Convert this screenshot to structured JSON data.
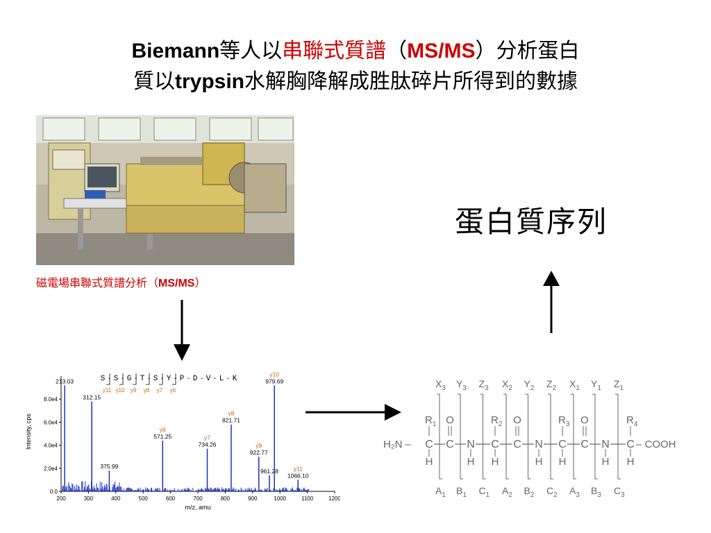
{
  "title": {
    "line1_en": "Biemann",
    "line1_cn1": "等人以",
    "line1_red": "串聯式質譜",
    "line1_paren_open": "（",
    "line1_ms": "MS/MS",
    "line1_paren_close": "）",
    "line1_cn2": "分析蛋白",
    "line2_cn1": "質以",
    "line2_en": "trypsin",
    "line2_cn2": "水解胸降解成胜肽碎片所得到的數據"
  },
  "caption": {
    "text": "磁電場串聯式質譜分析（",
    "ms": "MS/MS",
    "close": "）"
  },
  "protein_sequence_label": "蛋白質序列",
  "spectrum": {
    "peptide": [
      "S",
      "S",
      "G",
      "T",
      "S",
      "Y",
      "P",
      "D",
      "V",
      "L",
      "K"
    ],
    "y_ion_labels": [
      "y11",
      "y10",
      "y9",
      "y8",
      "y7",
      "y6"
    ],
    "ylabel": "Intensity, cps",
    "xlabel": "m/z, amu",
    "yticks": [
      "0.0",
      "2.0e4",
      "4.0e4",
      "6.0e4",
      "8.0e4"
    ],
    "xticks": [
      "200",
      "300",
      "400",
      "500",
      "600",
      "700",
      "800",
      "900",
      "1000",
      "1100",
      "1200"
    ],
    "peaks": [
      {
        "label": "213.03",
        "ion": ""
      },
      {
        "label": "312.15",
        "ion": ""
      },
      {
        "label": "375.99",
        "ion": ""
      },
      {
        "label": "571.25",
        "ion": "y6"
      },
      {
        "label": "734.26",
        "ion": "y7"
      },
      {
        "label": "821.71",
        "ion": "y8"
      },
      {
        "label": "922.77",
        "ion": "y9"
      },
      {
        "label": "961.28",
        "ion": ""
      },
      {
        "label": "979.69",
        "ion": "y10"
      },
      {
        "label": "1066.10",
        "ion": "y11"
      }
    ]
  },
  "chart_data": {
    "type": "bar",
    "title": "",
    "xlabel": "m/z, amu",
    "ylabel": "Intensity, cps",
    "xlim": [
      200,
      1200
    ],
    "ylim": [
      0,
      100000
    ],
    "x": [
      213.03,
      312.15,
      375.99,
      571.25,
      734.26,
      821.71,
      922.77,
      961.28,
      979.69,
      1066.1
    ],
    "values": [
      92000,
      78000,
      18000,
      44000,
      37000,
      58000,
      30000,
      14000,
      92000,
      10000
    ]
  },
  "structure": {
    "top_labels": [
      [
        "X",
        "3"
      ],
      [
        "Y",
        "3"
      ],
      [
        "Z",
        "3"
      ],
      [
        "X",
        "2"
      ],
      [
        "Y",
        "2"
      ],
      [
        "Z",
        "2"
      ],
      [
        "X",
        "1"
      ],
      [
        "Y",
        "1"
      ],
      [
        "Z",
        "1"
      ]
    ],
    "bottom_labels": [
      [
        "A",
        "1"
      ],
      [
        "B",
        "1"
      ],
      [
        "C",
        "1"
      ],
      [
        "A",
        "2"
      ],
      [
        "B",
        "2"
      ],
      [
        "C",
        "2"
      ],
      [
        "A",
        "3"
      ],
      [
        "B",
        "3"
      ],
      [
        "C",
        "3"
      ]
    ],
    "r_groups": [
      [
        "R",
        "1"
      ],
      [
        "R",
        "2"
      ],
      [
        "R",
        "3"
      ],
      [
        "R",
        "4"
      ]
    ],
    "n_term": "H₂N –",
    "c_term": "– COOH"
  }
}
